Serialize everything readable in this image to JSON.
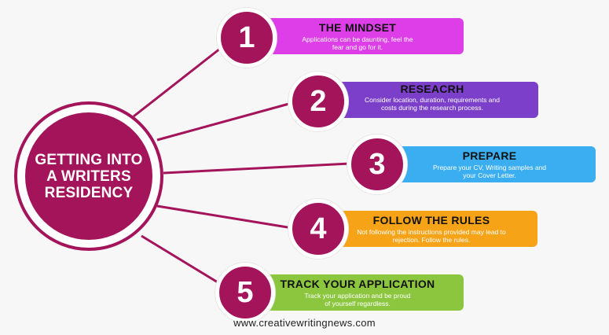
{
  "hub": {
    "title": "GETTING INTO A WRITERS RESIDENCY"
  },
  "steps": [
    {
      "number": "1",
      "title": "THE MINDSET",
      "description": "Applications can be daunting, feel the fear and go for it.",
      "color": "#dd3ee8"
    },
    {
      "number": "2",
      "title": "RESEACRH",
      "description": "Consider location, duration, requirements and costs during the research process.",
      "color": "#7b3fc9"
    },
    {
      "number": "3",
      "title": "PREPARE",
      "description": "Prepare your CV, Writing samples and your Cover Letter.",
      "color": "#3aaef0"
    },
    {
      "number": "4",
      "title": "FOLLOW THE RULES",
      "description": "Not following the instructions provided may lead to rejection. Follow the rules.",
      "color": "#f7a318"
    },
    {
      "number": "5",
      "title": "TRACK YOUR APPLICATION",
      "description": "Track your application and be proud of yourself regardless.",
      "color": "#8cc63f"
    }
  ],
  "colors": {
    "accent": "#a3145b",
    "background": "#f7f7f7"
  },
  "footer": {
    "text": "www.creativewritingnews.com"
  }
}
